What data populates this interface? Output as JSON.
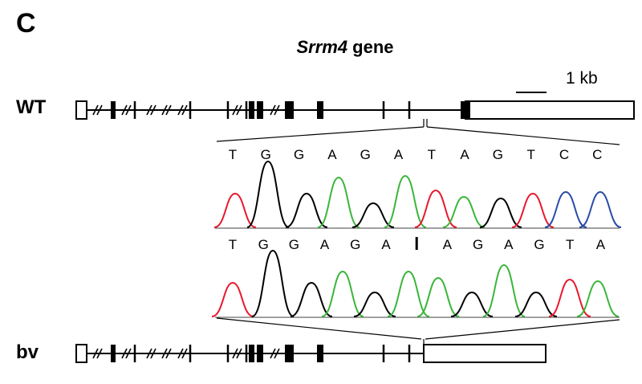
{
  "panel_letter": "C",
  "title": {
    "gene": "Srrm4",
    "suffix": " gene"
  },
  "scale_bar_label": "1 kb",
  "rows": {
    "wt_label": "WT",
    "bv_label": "bv"
  },
  "sequences": {
    "top": [
      "T",
      "G",
      "G",
      "A",
      "G",
      "A",
      "T",
      "A",
      "G",
      "T",
      "C",
      "C"
    ],
    "bottom": [
      "T",
      "G",
      "G",
      "A",
      "G",
      "A",
      "|",
      "A",
      "G",
      "A",
      "G",
      "T",
      "A"
    ]
  },
  "colors": {
    "T": "#e8192c",
    "G": "#000000",
    "A": "#3ab63a",
    "C": "#2a4aa8"
  }
}
